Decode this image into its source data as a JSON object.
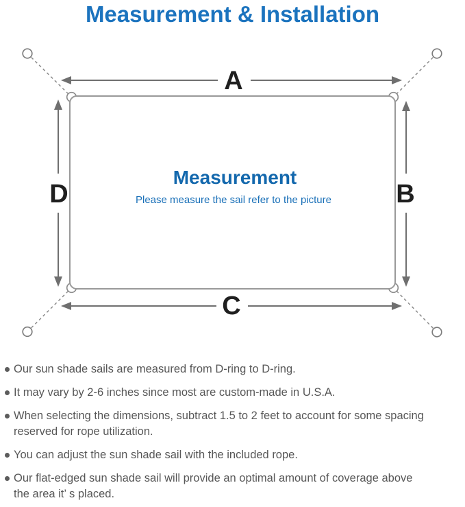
{
  "page": {
    "title": "Measurement & Installation"
  },
  "diagram": {
    "dimension_labels": {
      "top": "A",
      "right": "B",
      "bottom": "C",
      "left": "D"
    },
    "center_heading": "Measurement",
    "center_caption": "Please measure the sail refer to the picture"
  },
  "notes": [
    {
      "lines": [
        "Our sun shade sails are measured from D-ring to D-ring."
      ]
    },
    {
      "lines": [
        "It may vary by 2-6 inches since most are custom-made in U.S.A."
      ]
    },
    {
      "lines": [
        "When selecting the dimensions, subtract 1.5 to 2 feet to account for some spacing",
        "reserved for rope utilization."
      ]
    },
    {
      "lines": [
        "You can adjust the sun shade sail with the included rope."
      ]
    },
    {
      "lines": [
        "Our flat-edged sun shade sail will provide an optimal amount of coverage above",
        "the area it’ s placed."
      ]
    }
  ],
  "icons": {
    "bullet": "filled-circle",
    "anchor_point": "open-circle",
    "d_ring": "open-circle-on-corner",
    "rope": "dashed-line",
    "measure_arrow": "double-headed-arrow"
  },
  "colors": {
    "title_blue": "#1b73be",
    "center_heading_blue": "#1368ad",
    "caption_blue": "#1a70b8",
    "note_text_gray": "#575757",
    "arrow_gray": "#6f6f6f",
    "sail_outline_gray": "#999999",
    "dimension_label_black": "#1f1f1f",
    "background": "#ffffff"
  }
}
